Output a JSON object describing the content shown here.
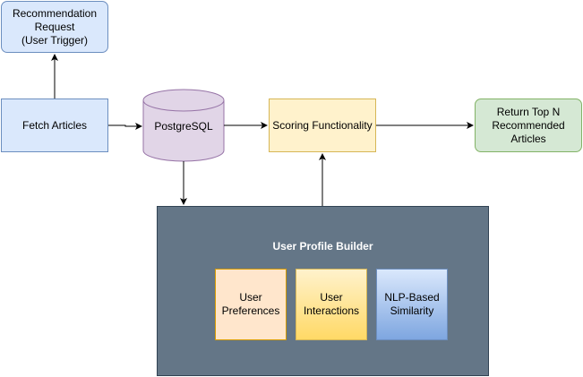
{
  "nodes": {
    "recommendation_request": "Recommendation\nRequest\n(User Trigger)",
    "fetch_articles": "Fetch Articles",
    "postgresql": "PostgreSQL",
    "scoring_functionality": "Scoring Functionality",
    "return_top_n": "Return Top N\nRecommended\nArticles",
    "user_profile_builder": "User Profile Builder",
    "user_preferences": "User\nPreferences",
    "user_interactions": "User\nInteractions",
    "nlp_similarity": "NLP-Based\nSimilarity"
  },
  "edges": [
    {
      "from": "fetch_articles",
      "to": "recommendation_request"
    },
    {
      "from": "fetch_articles",
      "to": "postgresql"
    },
    {
      "from": "postgresql",
      "to": "scoring_functionality"
    },
    {
      "from": "postgresql",
      "to": "user_profile_builder"
    },
    {
      "from": "user_profile_builder",
      "to": "scoring_functionality"
    },
    {
      "from": "scoring_functionality",
      "to": "return_top_n"
    }
  ],
  "colors": {
    "blue_fill": "#dae8fc",
    "blue_stroke": "#6c8ebf",
    "yellow_fill": "#fff2cc",
    "yellow_stroke": "#d6b656",
    "green_fill": "#d5e8d4",
    "green_stroke": "#82b366",
    "purple_fill": "#e1d5e7",
    "purple_stroke": "#9673a6",
    "slate_fill": "#647687",
    "orange_fill": "#ffe6cc",
    "orange_stroke": "#d79b00"
  }
}
